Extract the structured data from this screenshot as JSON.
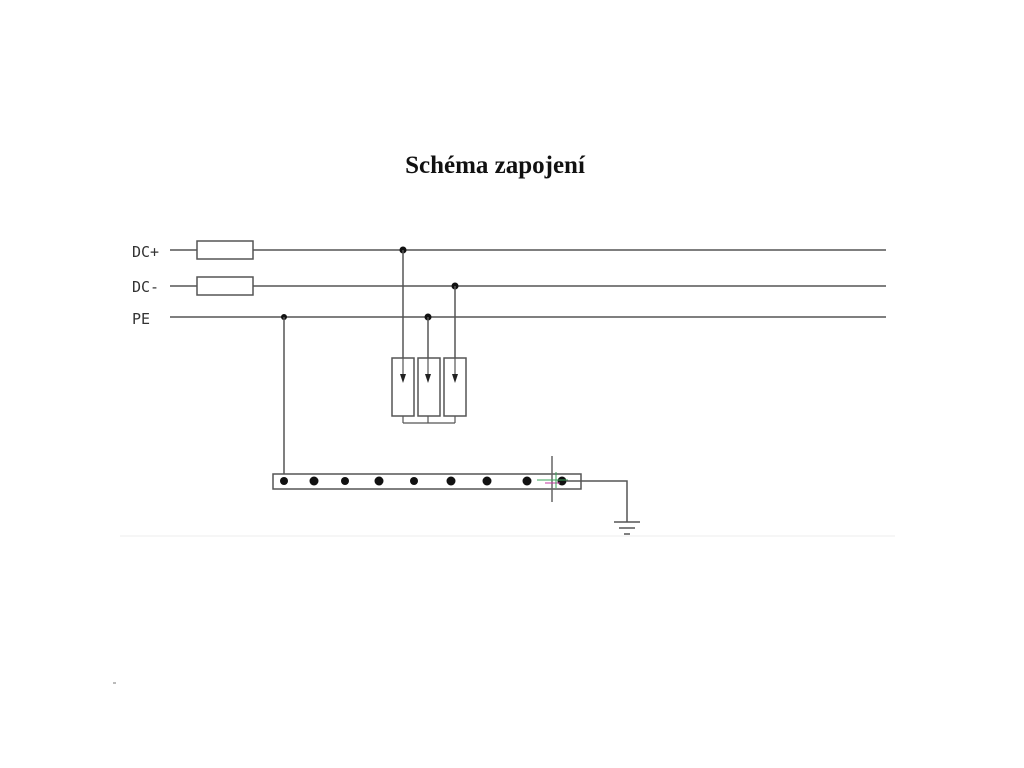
{
  "title": "Schéma zapojení",
  "lines": {
    "dc_plus": "DC+",
    "dc_minus": "DC-",
    "pe": "PE"
  },
  "colors": {
    "wire": "#555555",
    "dot": "#111111",
    "cursor_green": "#3aa35a",
    "cursor_magenta": "#c03aa0"
  }
}
